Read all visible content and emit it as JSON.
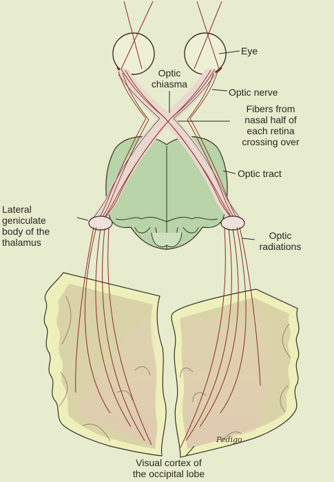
{
  "labels": {
    "eye": "Eye",
    "optic_chiasma_1": "Optic",
    "optic_chiasma_2": "chiasma",
    "optic_nerve": "Optic nerve",
    "fibers_1": "Fibers from",
    "fibers_2": "nasal half of",
    "fibers_3": "each retina",
    "fibers_4": "crossing over",
    "optic_tract": "Optic tract",
    "lgb_1": "Lateral",
    "lgb_2": "geniculate",
    "lgb_3": "body of the",
    "lgb_4": "thalamus",
    "optic_radiations_1": "Optic",
    "optic_radiations_2": "radiations",
    "visual_cortex_1": "Visual cortex of",
    "visual_cortex_2": "the occipital lobe"
  },
  "signature": "Pedigo",
  "colors": {
    "background": "#e7eccf",
    "brainstem": "#b8d4a8",
    "cortex_outer": "#eef0bb",
    "cortex_inner": "#dbd3a8",
    "nerve_band": "#e9d8cf",
    "fiber": "#8a2a24",
    "outline": "#3a2e28"
  }
}
